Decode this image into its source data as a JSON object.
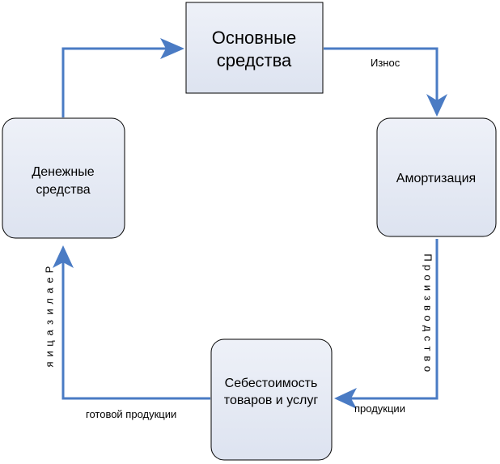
{
  "nodes": {
    "fixed_assets": {
      "line1": "Основные",
      "line2": "средства"
    },
    "amortization": {
      "line1": "Амортизация"
    },
    "cost": {
      "line1": "Себестоимость",
      "line2": "товаров и услуг"
    },
    "cash": {
      "line1": "Денежные",
      "line2": "средства"
    }
  },
  "edges": {
    "wear": {
      "label": "Износ"
    },
    "production": {
      "vertical_label": "Производство",
      "horizontal_label": "продукции"
    },
    "sales": {
      "vertical_label": "Реализация",
      "horizontal_label": "готовой продукции"
    }
  },
  "colors": {
    "arrow": "#4a7bc4",
    "box_fill": "#e3e8f3",
    "box_stroke": "#000000"
  }
}
